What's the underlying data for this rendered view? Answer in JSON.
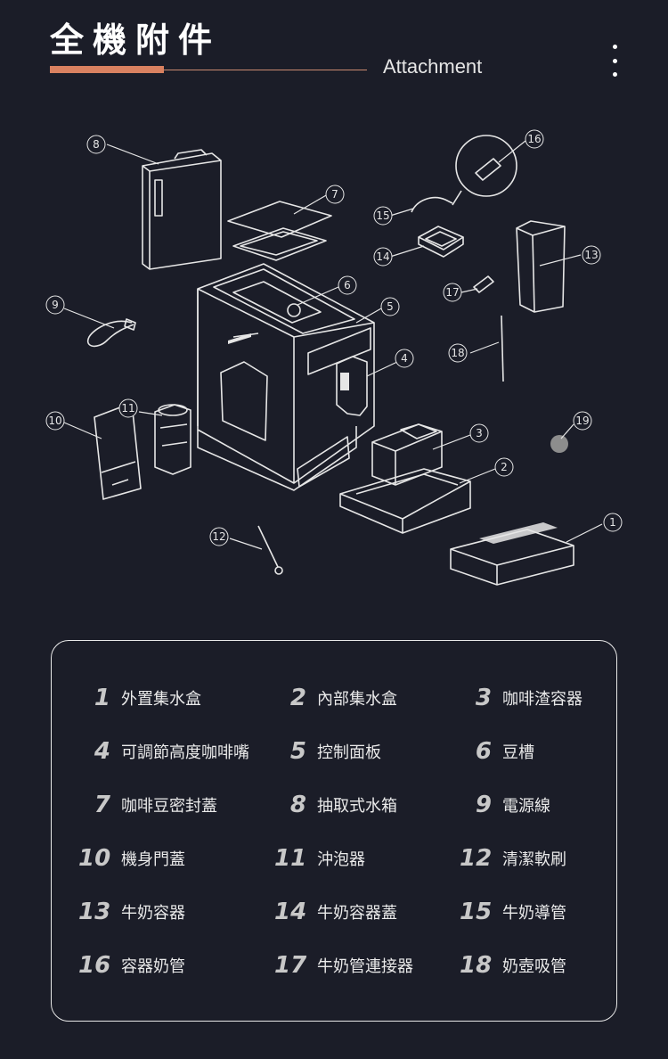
{
  "header": {
    "title": "全機附件",
    "subtitle": "Attachment"
  },
  "accent_color": "#d98160",
  "callouts": [
    "1",
    "2",
    "3",
    "4",
    "5",
    "6",
    "7",
    "8",
    "9",
    "10",
    "11",
    "12",
    "13",
    "14",
    "15",
    "16",
    "17",
    "18",
    "19"
  ],
  "parts": [
    {
      "num": "1",
      "label": "外置集水盒"
    },
    {
      "num": "2",
      "label": "內部集水盒"
    },
    {
      "num": "3",
      "label": "咖啡渣容器"
    },
    {
      "num": "4",
      "label": "可調節高度咖啡嘴"
    },
    {
      "num": "5",
      "label": "控制面板"
    },
    {
      "num": "6",
      "label": "豆槽"
    },
    {
      "num": "7",
      "label": "咖啡豆密封蓋"
    },
    {
      "num": "8",
      "label": "抽取式水箱"
    },
    {
      "num": "9",
      "label": "電源線"
    },
    {
      "num": "10",
      "label": "機身門蓋"
    },
    {
      "num": "11",
      "label": "沖泡器"
    },
    {
      "num": "12",
      "label": "清潔軟刷"
    },
    {
      "num": "13",
      "label": "牛奶容器"
    },
    {
      "num": "14",
      "label": "牛奶容器蓋"
    },
    {
      "num": "15",
      "label": "牛奶導管"
    },
    {
      "num": "16",
      "label": "容器奶管"
    },
    {
      "num": "17",
      "label": "牛奶管連接器"
    },
    {
      "num": "18",
      "label": "奶壺吸管"
    }
  ]
}
